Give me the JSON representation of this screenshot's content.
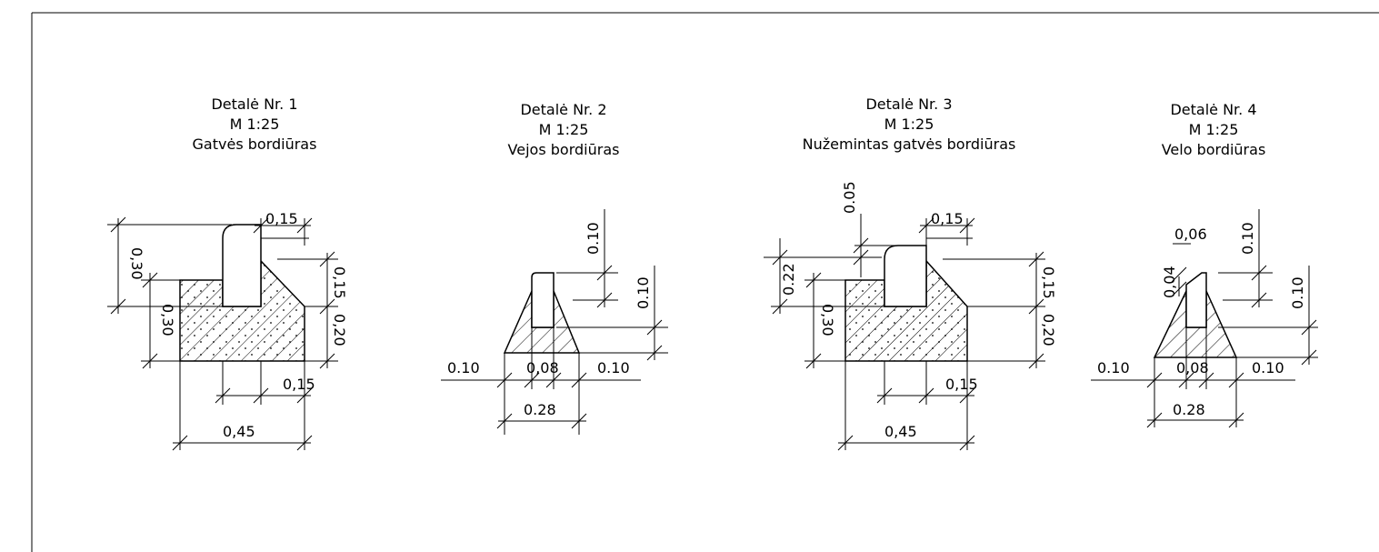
{
  "details": [
    {
      "title": "Detalė Nr. 1",
      "scale": "M 1:25",
      "name": "Gatvės bordiūras",
      "dims": {
        "top_width": "0,15",
        "height_total": "0,30",
        "base_height_left": "0,30",
        "right_height_top": "0,15",
        "right_height_bottom": "0,20",
        "bottom_right": "0,15",
        "bottom_total": "0,45"
      }
    },
    {
      "title": "Detalė Nr. 2",
      "scale": "M 1:25",
      "name": "Vejos bordiūras",
      "dims": {
        "height_top": "0.10",
        "height_bottom": "0.10",
        "left": "0.10",
        "middle": "0,08",
        "right": "0.10",
        "total": "0.28"
      }
    },
    {
      "title": "Detalė Nr. 3",
      "scale": "M 1:25",
      "name": "Nužemintas gatvės bordiūras",
      "dims": {
        "gap": "0.05",
        "top_width": "0,15",
        "height_total": "0.22",
        "base_height_left": "0,30",
        "right_height_top": "0,15",
        "right_height_bottom": "0,20",
        "bottom_right": "0,15",
        "bottom_total": "0,45"
      }
    },
    {
      "title": "Detalė Nr. 4",
      "scale": "M 1:25",
      "name": "Velo bordiūras",
      "dims": {
        "top_width": "0,06",
        "left_height": "0,04",
        "height_top": "0.10",
        "height_bottom": "0.10",
        "left": "0.10",
        "middle": "0,08",
        "right": "0.10",
        "total": "0.28"
      }
    }
  ],
  "colors": {
    "line": "#000000",
    "background": "#ffffff"
  }
}
